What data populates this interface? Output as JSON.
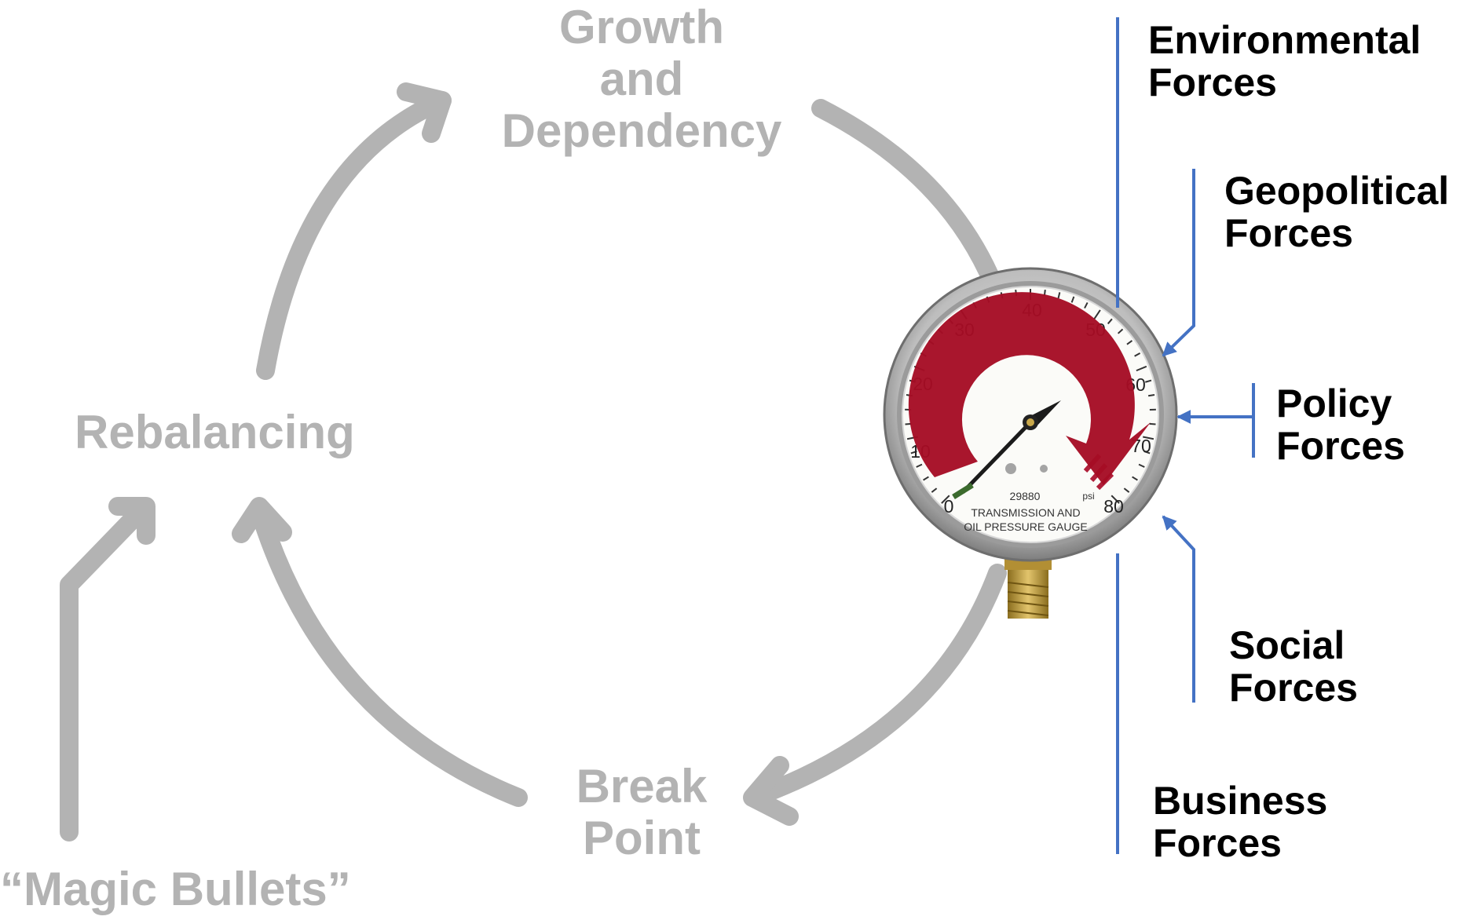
{
  "cycle": {
    "growth": [
      "Growth",
      "and",
      "Dependency"
    ],
    "rebalancing": "Rebalancing",
    "breakpoint": [
      "Break",
      "Point"
    ],
    "magic": "“Magic Bullets”",
    "color": "#b3b3b3"
  },
  "gauge": {
    "numbers": [
      "0",
      "10",
      "20",
      "30",
      "40",
      "50",
      "60",
      "70",
      "80"
    ],
    "model": "29880",
    "unit": "psi",
    "label_lines": [
      "TRANSMISSION AND",
      "OIL PRESSURE GAUGE"
    ],
    "arrow_color": "#a50d24",
    "reading": "70"
  },
  "forces": [
    {
      "lines": [
        "Environmental",
        "Forces"
      ],
      "kind": "line"
    },
    {
      "lines": [
        "Geopolitical",
        "Forces"
      ],
      "kind": "arrow"
    },
    {
      "lines": [
        "Policy",
        "Forces"
      ],
      "kind": "arrow"
    },
    {
      "lines": [
        "Social",
        "Forces"
      ],
      "kind": "arrow"
    },
    {
      "lines": [
        "Business",
        "Forces"
      ],
      "kind": "line"
    }
  ],
  "force_line_color": "#4472c4"
}
